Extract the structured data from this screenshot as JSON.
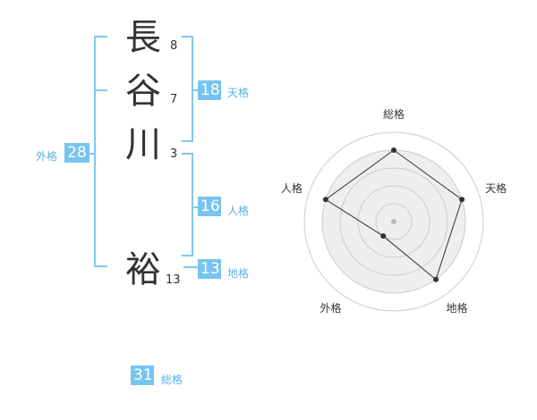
{
  "name": {
    "chars": [
      {
        "char": "長",
        "strokes": "8"
      },
      {
        "char": "谷",
        "strokes": "7"
      },
      {
        "char": "川",
        "strokes": "3"
      },
      {
        "char": "裕",
        "strokes": "13"
      }
    ]
  },
  "fortunes": {
    "tenkaku": {
      "value": "18",
      "label": "天格"
    },
    "jinkaku": {
      "value": "16",
      "label": "人格"
    },
    "chikaku": {
      "value": "13",
      "label": "地格"
    },
    "gaikaku": {
      "value": "28",
      "label": "外格"
    },
    "soukaku": {
      "value": "31",
      "label": "総格"
    }
  },
  "chart_data": {
    "type": "radar",
    "axes": [
      "総格",
      "天格",
      "地格",
      "外格",
      "人格"
    ],
    "values": [
      4,
      4,
      4,
      1,
      4
    ],
    "max": 5,
    "rings": 5,
    "colors": {
      "fill": "#eeeeee",
      "ring": "#cccccc",
      "polygon": "#333333",
      "point": "#333333",
      "center": "#bbbbbb"
    }
  }
}
